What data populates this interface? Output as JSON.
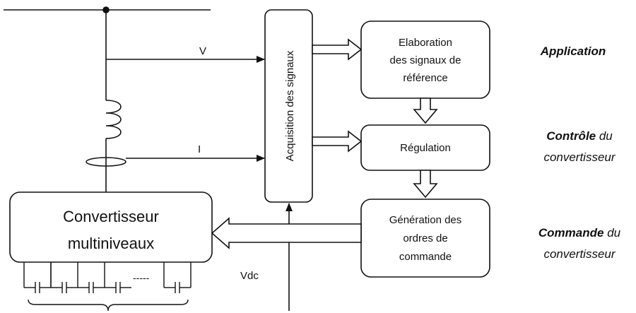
{
  "signals": {
    "voltage": "V",
    "current": "I",
    "dc_voltage": "Vdc"
  },
  "blocks": {
    "acquisition": "Acquisition des signaux",
    "reference": [
      "Elaboration",
      "des signaux de",
      "référence"
    ],
    "regulation": "Régulation",
    "generation": [
      "Génération des",
      "ordres de",
      "commande"
    ],
    "converter": [
      "Convertisseur",
      "multiniveaux"
    ],
    "capacitor_gap": "-----"
  },
  "side_labels": {
    "application": "Application",
    "control": {
      "emph": "Contrôle",
      "rest": " du",
      "line2": "convertisseur"
    },
    "command": {
      "emph": "Commande",
      "rest": " du",
      "line2": "convertisseur"
    }
  }
}
